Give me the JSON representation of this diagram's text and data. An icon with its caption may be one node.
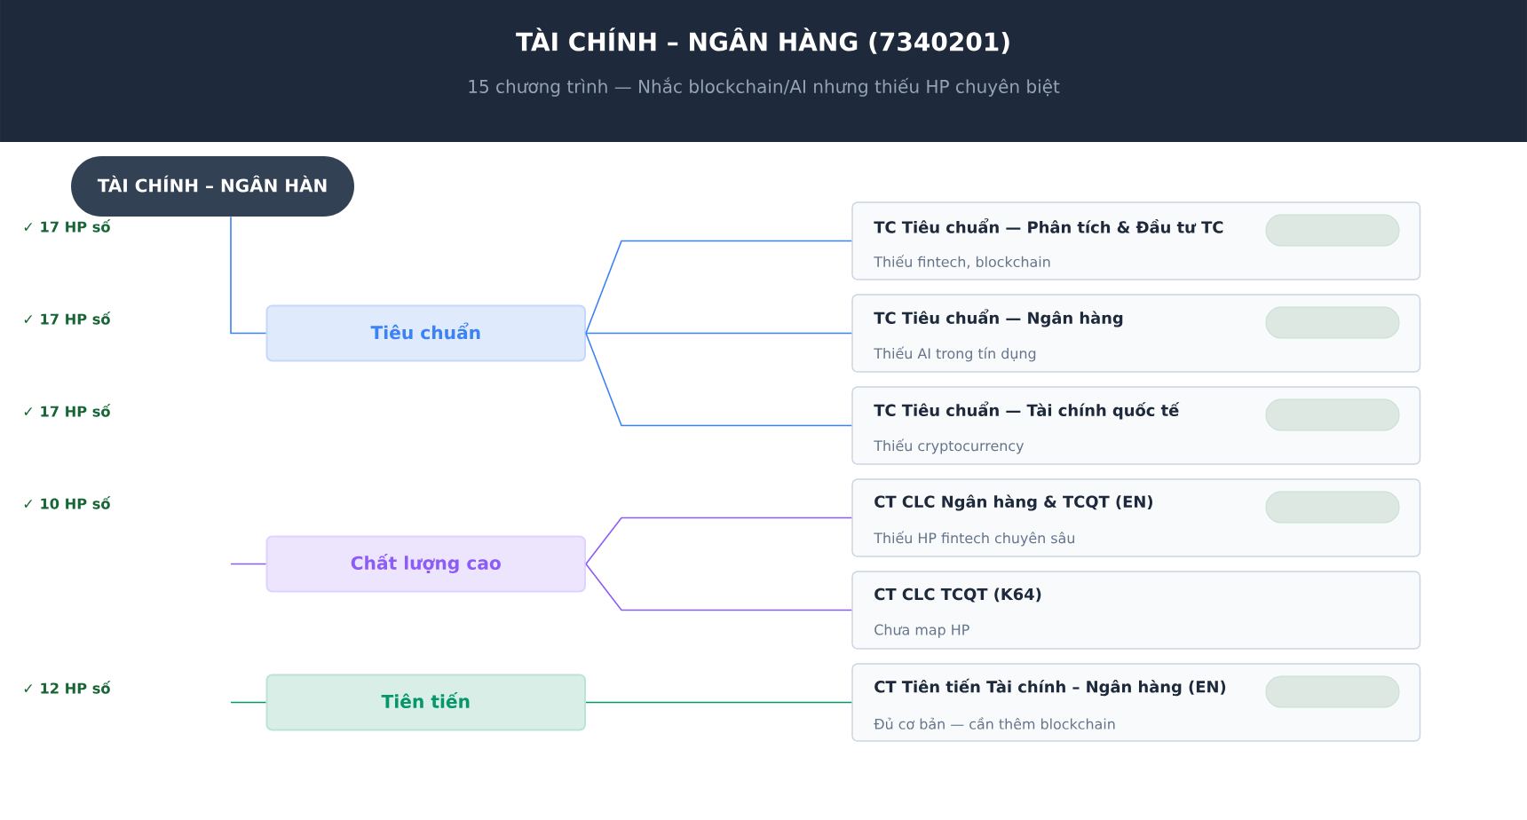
{
  "diagram": {
    "title": "TÀI CHÍNH – NGÂN HÀNG (7340201)",
    "nodes": [
      {
        "text": [
          "TÀI CHÍNH – NGÂN HÀN"
        ]
      },
      {
        "text": [
          "Tiêu chuẩn"
        ]
      },
      {
        "text": [
          "Chất lượng cao"
        ]
      },
      {
        "text": [
          "Tiên tiến"
        ]
      },
      {
        "text": [
          "TC Tiêu chuẩn — Phân tích & Đầu tư TC",
          "Thiếu fintech, blockchain"
        ]
      },
      {
        "text": [
          "TC Tiêu chuẩn — Ngân hàng",
          "Thiếu AI trong tín dụng"
        ]
      },
      {
        "text": [
          "TC Tiêu chuẩn — Tài chính quốc tế",
          "Thiếu cryptocurrency"
        ]
      },
      {
        "text": [
          "CT CLC Ngân hàng & TCQT (EN)",
          "Thiếu HP fintech chuyên sâu"
        ]
      },
      {
        "text": [
          "CT CLC TCQT (K64)",
          "Chưa map HP"
        ]
      },
      {
        "text": [
          "CT Tiên tiến Tài chính – Ngân hàng (EN)",
          "Đủ cơ bản — cần thêm blockchain"
        ]
      },
      {
        "text": [],
        "shape": "pill",
        "in": 4
      },
      {
        "text": [],
        "shape": "pill",
        "in": 5
      },
      {
        "text": [],
        "shape": "pill",
        "in": 6
      },
      {
        "text": [],
        "shape": "pill",
        "in": 7
      },
      {
        "text": [],
        "shape": "pill",
        "in": 9
      }
    ],
    "edges": [
      {
        "from": 0,
        "to": 1,
        "arrow": "none"
      },
      {
        "from": 1,
        "to": 4,
        "arrow": "none"
      },
      {
        "from": 1,
        "to": 5,
        "arrow": "none"
      },
      {
        "from": 1,
        "to": 6,
        "arrow": "none"
      },
      {
        "from": null,
        "to": 2,
        "arrow": "none",
        "color": "#8b5cf6"
      },
      {
        "from": 2,
        "to": 7,
        "arrow": "none",
        "color": "#8b5cf6"
      },
      {
        "from": 2,
        "to": 8,
        "arrow": "none",
        "color": "#8b5cf6"
      },
      {
        "from": null,
        "to": 3,
        "arrow": "none",
        "color": "#059669"
      },
      {
        "from": 3,
        "to": 9,
        "arrow": "none",
        "color": "#059669"
      }
    ],
    "labels": [
      "15 chương trình — Nhắc blockchain/AI nhưng thiếu HP chuyên biệt",
      "✓ 17 HP số",
      "✓ 17 HP số",
      "✓ 17 HP số",
      "✓ 10 HP số",
      "✓ 12 HP số"
    ]
  }
}
